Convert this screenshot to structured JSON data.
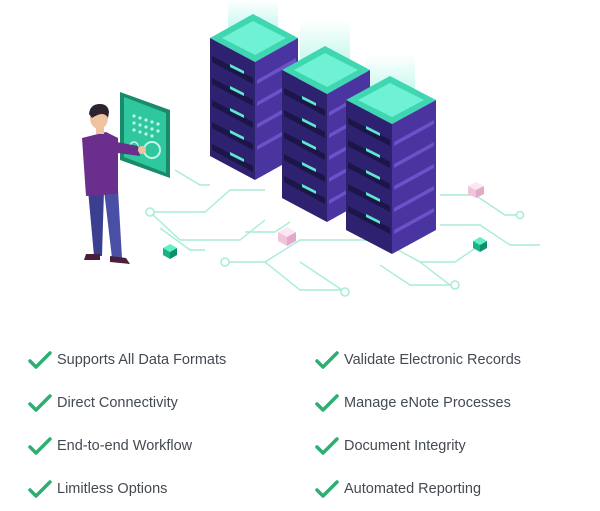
{
  "illustration": {
    "subject": "server-racks-with-person-touchscreen",
    "colors": {
      "server_body": "#3b2a78",
      "server_side": "#2a1d5c",
      "server_top": "#4fe0c0",
      "circuit": "#9fe8d6",
      "person_shirt": "#6a2f8c",
      "person_pants": "#3b3f8f",
      "screen": "#1e9c7a"
    }
  },
  "features": {
    "check_color": "#2fae72",
    "left": [
      {
        "label": "Supports All Data Formats"
      },
      {
        "label": "Direct Connectivity"
      },
      {
        "label": "End-to-end Workflow"
      },
      {
        "label": "Limitless Options"
      }
    ],
    "right": [
      {
        "label": "Validate Electronic Records"
      },
      {
        "label": "Manage eNote Processes"
      },
      {
        "label": "Document Integrity"
      },
      {
        "label": "Automated Reporting"
      }
    ]
  }
}
